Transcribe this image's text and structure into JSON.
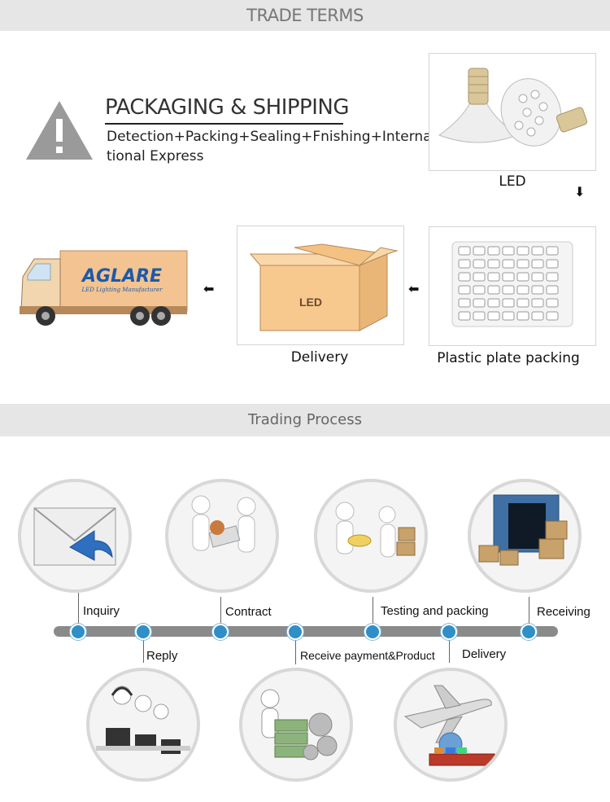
{
  "banners": {
    "trade_terms": "TRADE TERMS",
    "trading_process": "Trading Process"
  },
  "packaging": {
    "title": "PACKAGING & SHIPPING",
    "description": "Detection+Packing+Sealing+Fnishing+Interna-tional Express",
    "desc_line1": "Detection+Packing+Sealing+Fnishing+Interna-",
    "desc_line2": "tional Express"
  },
  "products": {
    "led_caption": "LED",
    "plastic_caption": "Plastic plate packing",
    "delivery_caption": "Delivery",
    "box_text": "LED",
    "truck_brand": "AGLARE",
    "truck_tagline": "LED Lighting Manufacturer"
  },
  "process": {
    "steps_top": [
      "Inquiry",
      "Contract",
      "Testing and packing",
      "Receiving"
    ],
    "steps_bottom": [
      "Reply",
      "Receive payment&Product",
      "Delivery"
    ]
  },
  "colors": {
    "accent": "#2f8fc6",
    "banner": "#e6e6e6",
    "box": "#f7c98f"
  }
}
